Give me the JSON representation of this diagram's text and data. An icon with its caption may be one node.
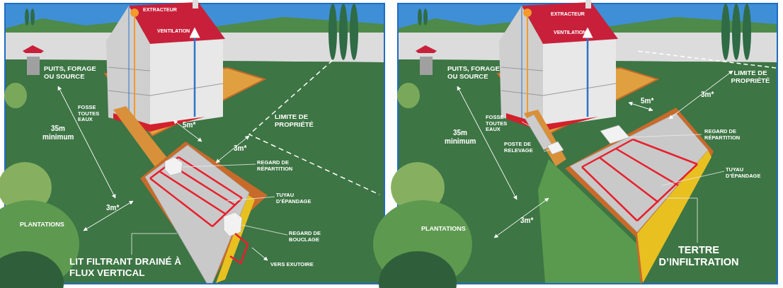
{
  "diagram": {
    "nodes": [
      {
        "text": [
          "REGARD DE RÉPARTITION"
        ]
      },
      {
        "text": [],
        "shape": "box",
        "in": 6
      },
      {
        "text": [
          "TUYAU D’ÉPANDAGE"
        ]
      },
      {
        "text": [
          "REGARD DE BOUCLAGE"
        ]
      },
      {
        "text": [],
        "shape": "box",
        "in": 6
      },
      {
        "text": [
          "LIT FILTRANT DRAINÉ À FLUX VERTICAL"
        ]
      },
      {
        "text": [],
        "shape": "box"
      },
      {
        "text": [
          "FOSSE TOUTES EAUX"
        ]
      },
      {
        "text": [],
        "shape": "box"
      },
      {
        "text": [
          "POSTE DE RELEVAGE"
        ]
      },
      {
        "text": [],
        "shape": "box"
      },
      {
        "text": [
          "REGARD DE RÉPARTITION"
        ]
      },
      {
        "text": [],
        "shape": "box",
        "in": 15
      },
      {
        "text": [
          "TUYAU D’ÉPANDAGE"
        ]
      },
      {
        "text": [
          "TERTRE D’INFILTRATION"
        ]
      },
      {
        "text": [],
        "shape": "box"
      }
    ],
    "edges": [
      {
        "from": 0,
        "to": 1,
        "arrow": "none"
      },
      {
        "from": 2,
        "to": 6,
        "arrow": "none"
      },
      {
        "from": 3,
        "to": 4,
        "arrow": "none"
      },
      {
        "from": 5,
        "to": 6,
        "arrow": "none"
      },
      {
        "from": 7,
        "to": 8,
        "arrow": "none"
      },
      {
        "from": 9,
        "to": 10,
        "arrow": "none"
      },
      {
        "from": 11,
        "to": 12,
        "arrow": "none"
      },
      {
        "from": 13,
        "to": 15,
        "arrow": "none"
      },
      {
        "from": 14,
        "to": 15,
        "arrow": "none"
      }
    ],
    "labels": [
      "EXTRACTEUR",
      "VENTILATION",
      "PUITS, FORAGE OU SOURCE",
      "FOSSE TOUTES EAUX",
      "35m minimum",
      "5m*",
      "LIMITE DE PROPRIÉTÉ",
      "3m*",
      "3m*",
      "PLANTATIONS",
      "VERS EXUTOIRE",
      "EXTRACTEUR",
      "VENTILATION",
      "PUITS, FORAGE OU SOURCE",
      "35m minimum",
      "5m*",
      "3m*",
      "LIMITE DE PROPRIÉTÉ",
      "3m*",
      "PLANTATIONS"
    ]
  }
}
